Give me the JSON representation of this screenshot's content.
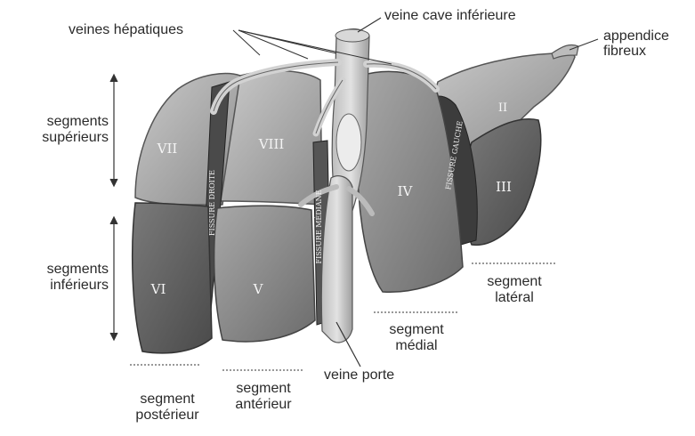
{
  "labels": {
    "ivc": "veine cave inférieure",
    "hepatic_veins": "veines hépatiques",
    "fibrous_appendix_1": "appendice",
    "fibrous_appendix_2": "fibreux",
    "superior_1": "segments",
    "superior_2": "supérieurs",
    "inferior_1": "segments",
    "inferior_2": "inférieurs",
    "lateral_1": "segment",
    "lateral_2": "latéral",
    "medial_1": "segment",
    "medial_2": "médial",
    "portal_vein": "veine porte",
    "anterior_1": "segment",
    "anterior_2": "antérieur",
    "posterior_1": "segment",
    "posterior_2": "postérieur"
  },
  "segments": {
    "vii": "VII",
    "viii": "VIII",
    "vi": "VI",
    "v": "V",
    "iv": "IV",
    "ii": "II",
    "iii": "III"
  },
  "fissures": {
    "right": "FISSURE DROITE",
    "median": "FISSURE MÉDIANE",
    "left": "FISSURE GAUCHE"
  }
}
